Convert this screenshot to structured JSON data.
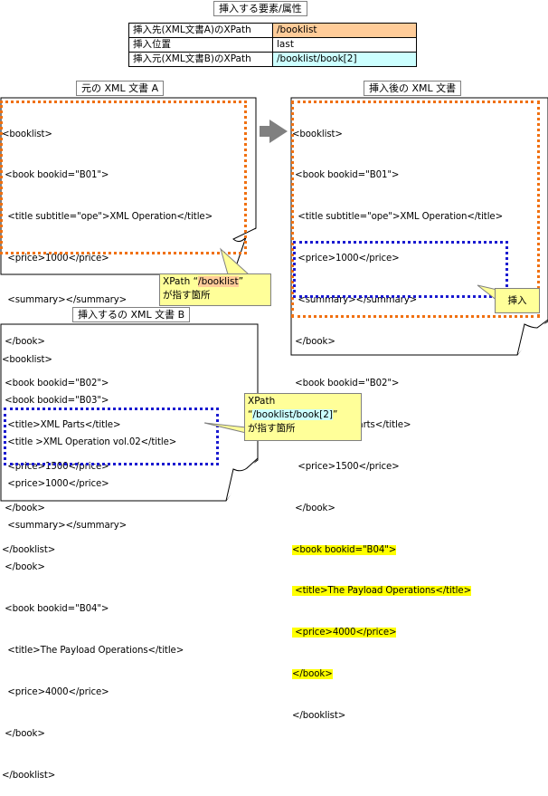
{
  "title": "挿入する要素/属性",
  "params": {
    "rows": [
      {
        "key": "挿入先(XML文書A)のXPath",
        "value": "/booklist",
        "color": "#ffcc99"
      },
      {
        "key": "挿入位置",
        "value": "last",
        "color": "#ffffff"
      },
      {
        "key": "挿入元(XML文書B)のXPath",
        "value": "/booklist/book[2]",
        "color": "#ccffff"
      }
    ]
  },
  "doc_a": {
    "heading": "元の XML 文書 A",
    "lines": [
      "<booklist>",
      " <book bookid=\"B01\">",
      "  <title subtitle=\"ope\">XML Operation</title>",
      "  <price>1000</price>",
      "  <summary></summary>",
      " </book>",
      " <book bookid=\"B02\">",
      "  <title>XML Parts</title>",
      "  <price>1500</price>",
      " </book>",
      "</booklist>"
    ],
    "callout": {
      "prefix": "XPath “",
      "path": "/booklist",
      "suffix": "”",
      "line2": "が指す箇所"
    }
  },
  "doc_result": {
    "heading": "挿入後の XML 文書",
    "lines": [
      "<booklist>",
      " <book bookid=\"B01\">",
      "  <title subtitle=\"ope\">XML Operation</title>",
      "  <price>1000</price>",
      "  <summary></summary>",
      " </book>",
      " <book bookid=\"B02\">",
      "  <title>XML Parts</title>",
      "  <price>1500</price>",
      " </book>"
    ],
    "inserted_lines": [
      "<book bookid=\"B04\">",
      " <title>The Payload Operations</title>",
      " <price>4000</price>",
      "</book>"
    ],
    "closing_line": "</booklist>",
    "callout": "挿入"
  },
  "doc_b": {
    "heading": "挿入するの XML 文書 B",
    "lines": [
      "<booklist>",
      " <book bookid=\"B03\">",
      "  <title >XML Operation vol.02</title>",
      "  <price>1000</price>",
      "  <summary></summary>",
      " </book>",
      " <book bookid=\"B04\">",
      "  <title>The Payload Operations</title>",
      "  <price>4000</price>",
      " </book>",
      "</booklist>"
    ],
    "callout": {
      "line1": "XPath",
      "prefix": " “",
      "path": "/booklist/book[2]",
      "suffix": "”",
      "line3": "が指す箇所"
    }
  },
  "colors": {
    "target_highlight": "#ffcc99",
    "source_highlight": "#ccffff",
    "inserted_highlight": "#ffff00",
    "target_border": "#f07010",
    "source_border": "#1a1ad0",
    "callout_bg": "#ffff99",
    "arrow": "#808080"
  }
}
